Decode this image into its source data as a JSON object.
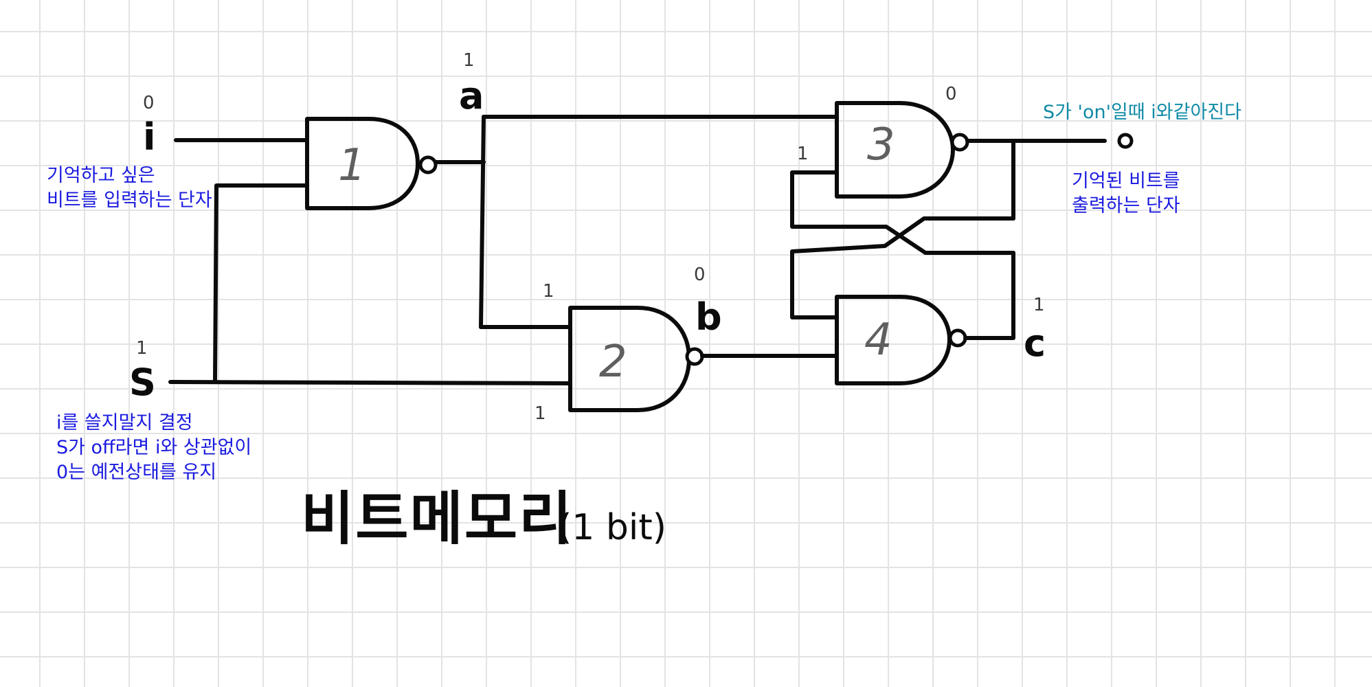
{
  "diagram": {
    "title": "비트메모리",
    "subtitle": "(1 bit)",
    "gates": [
      "1",
      "2",
      "3",
      "4"
    ],
    "signals": {
      "i": "i",
      "s": "S",
      "a": "a",
      "b": "b",
      "c": "c"
    },
    "values": {
      "i": "0",
      "s": "1",
      "a": "1",
      "gate2_in_top": "1",
      "gate2_in_bottom": "1",
      "b": "0",
      "gate3_out": "0",
      "gate3_in": "1",
      "c": "1"
    },
    "annotations": {
      "i_desc": "기억하고 싶은\n비트를 입력하는 단자",
      "s_desc": "i를 쓸지말지 결정\nS가 off라면 i와 상관없이\n0는 예전상태를 유지",
      "output_note": "S가 'on'일때 i와같아진다",
      "output_desc": "기억된 비트를\n출력하는 단자"
    }
  }
}
